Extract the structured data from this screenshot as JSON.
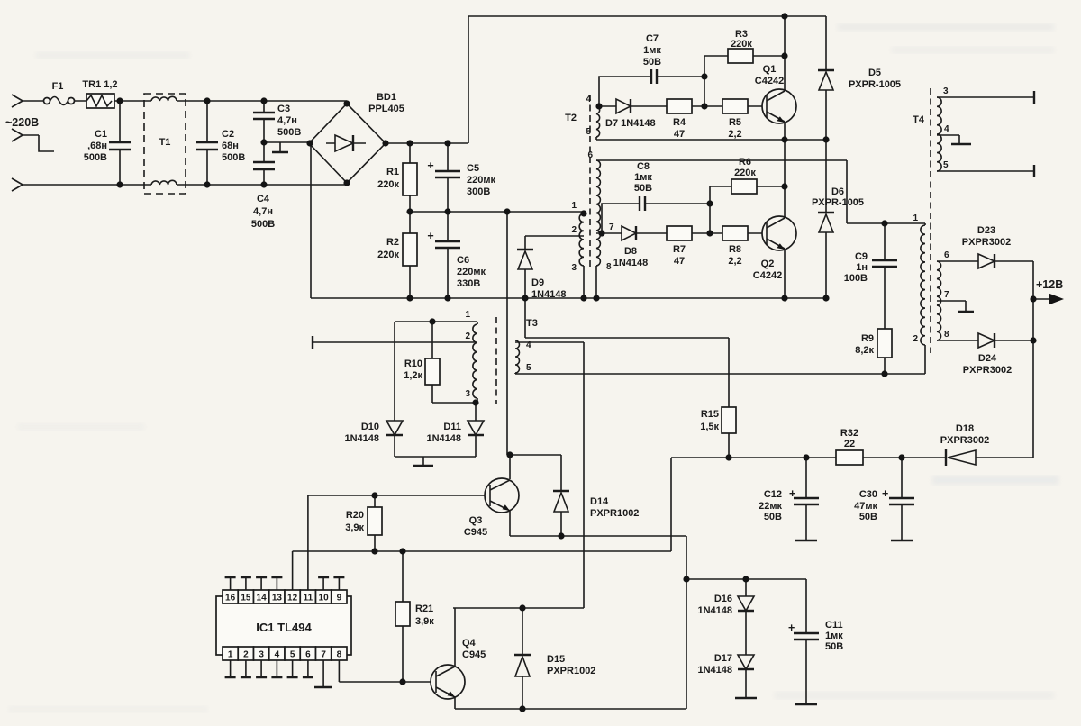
{
  "labels": {
    "input": "~220В",
    "output": "+12В",
    "plus": "+"
  },
  "components": {
    "f1": {
      "ref": "F1"
    },
    "tr1": {
      "ref": "TR1 1,2"
    },
    "c1": {
      "ref": "C1",
      "v1": ",68н",
      "v2": "500В"
    },
    "t1": {
      "ref": "T1"
    },
    "c2": {
      "ref": "C2",
      "v1": "68н",
      "v2": "500В"
    },
    "c3": {
      "ref": "C3",
      "v1": "4,7н",
      "v2": "500В"
    },
    "c4": {
      "ref": "C4",
      "v1": "4,7н",
      "v2": "500В"
    },
    "bd1": {
      "ref": "BD1",
      "v1": "PPL405"
    },
    "r1": {
      "ref": "R1",
      "v1": "220к"
    },
    "c5": {
      "ref": "C5",
      "v1": "220мк",
      "v2": "300В"
    },
    "r2": {
      "ref": "R2",
      "v1": "220к"
    },
    "c6": {
      "ref": "C6",
      "v1": "220мк",
      "v2": "330В"
    },
    "t2": {
      "ref": "T2"
    },
    "c7": {
      "ref": "C7",
      "v1": "1мк",
      "v2": "50В"
    },
    "r3": {
      "ref": "R3",
      "v1": "220к"
    },
    "d7": {
      "ref": "D7 1N4148"
    },
    "r4": {
      "ref": "R4",
      "v1": "47"
    },
    "r5": {
      "ref": "R5",
      "v1": "2,2"
    },
    "q1": {
      "ref": "Q1",
      "v1": "C4242"
    },
    "d5": {
      "ref": "D5",
      "v1": "PXPR-1005"
    },
    "c8": {
      "ref": "C8",
      "v1": "1мк",
      "v2": "50В"
    },
    "r6": {
      "ref": "R6",
      "v1": "220к"
    },
    "d8": {
      "ref": "D8",
      "v1": "1N4148"
    },
    "r7": {
      "ref": "R7",
      "v1": "47"
    },
    "r8": {
      "ref": "R8",
      "v1": "2,2"
    },
    "q2": {
      "ref": "Q2",
      "v1": "C4242"
    },
    "d6": {
      "ref": "D6",
      "v1": "PXPR-1005"
    },
    "d9": {
      "ref": "D9",
      "v1": "1N4148"
    },
    "c9": {
      "ref": "C9",
      "v1": "1н",
      "v2": "100В"
    },
    "r9": {
      "ref": "R9",
      "v1": "8,2к"
    },
    "t4": {
      "ref": "T4"
    },
    "d23": {
      "ref": "D23",
      "v1": "PXPR3002"
    },
    "d24": {
      "ref": "D24",
      "v1": "PXPR3002"
    },
    "t3": {
      "ref": "T3"
    },
    "r10": {
      "ref": "R10",
      "v1": "1,2к"
    },
    "d10": {
      "ref": "D10",
      "v1": "1N4148"
    },
    "d11": {
      "ref": "D11",
      "v1": "1N4148"
    },
    "r15": {
      "ref": "R15",
      "v1": "1,5к"
    },
    "r32": {
      "ref": "R32",
      "v1": "22"
    },
    "d18": {
      "ref": "D18",
      "v1": "PXPR3002"
    },
    "c12": {
      "ref": "C12",
      "v1": "22мк",
      "v2": "50В"
    },
    "c30": {
      "ref": "C30",
      "v1": "47мк",
      "v2": "50В"
    },
    "r20": {
      "ref": "R20",
      "v1": "3,9к"
    },
    "q3": {
      "ref": "Q3",
      "v1": "C945"
    },
    "d14": {
      "ref": "D14",
      "v1": "PXPR1002"
    },
    "ic1": {
      "ref": "IC1 TL494"
    },
    "r21": {
      "ref": "R21",
      "v1": "3,9к"
    },
    "q4": {
      "ref": "Q4",
      "v1": "C945"
    },
    "d15": {
      "ref": "D15",
      "v1": "PXPR1002"
    },
    "d16": {
      "ref": "D16",
      "v1": "1N4148"
    },
    "d17": {
      "ref": "D17",
      "v1": "1N4148"
    },
    "c11": {
      "ref": "C11",
      "v1": "1мк",
      "v2": "50В"
    }
  },
  "pins": {
    "t2": [
      "1",
      "2",
      "3",
      "4",
      "5",
      "6",
      "7",
      "8"
    ],
    "t3": [
      "1",
      "2",
      "3",
      "4",
      "5"
    ],
    "t4": [
      "3",
      "4",
      "5",
      "1",
      "6",
      "7",
      "8",
      "2"
    ],
    "ic_top": [
      "16",
      "15",
      "14",
      "13",
      "12",
      "11",
      "10",
      "9"
    ],
    "ic_bottom": [
      "1",
      "2",
      "3",
      "4",
      "5",
      "6",
      "7",
      "8"
    ]
  }
}
